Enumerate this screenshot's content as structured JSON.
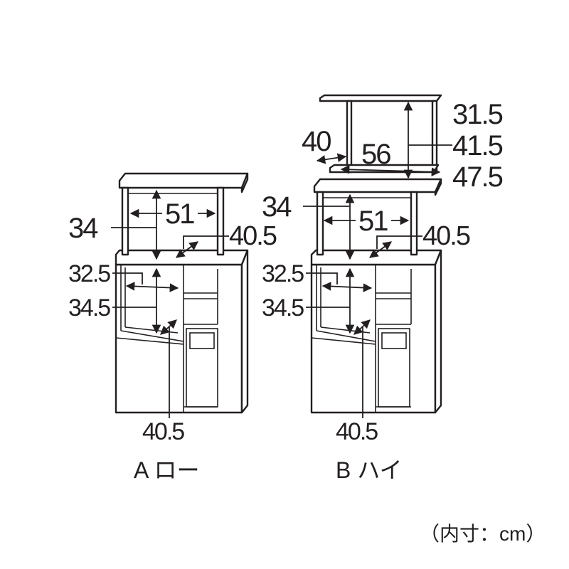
{
  "unit_note": "（内寸：cm）",
  "cabinet_a": {
    "caption": "A ロー",
    "dim_34": "34",
    "dim_51": "51",
    "dim_40_5_top": "40.5",
    "dim_32_5": "32.5",
    "dim_34_5": "34.5",
    "dim_40_5_bottom": "40.5"
  },
  "cabinet_b": {
    "caption": "B ハイ",
    "dim_31_5": "31.5",
    "dim_41_5": "41.5",
    "dim_47_5": "47.5",
    "dim_40": "40",
    "dim_56": "56",
    "dim_34": "34",
    "dim_51": "51",
    "dim_40_5_top": "40.5",
    "dim_32_5": "32.5",
    "dim_34_5": "34.5",
    "dim_40_5_bottom": "40.5"
  }
}
